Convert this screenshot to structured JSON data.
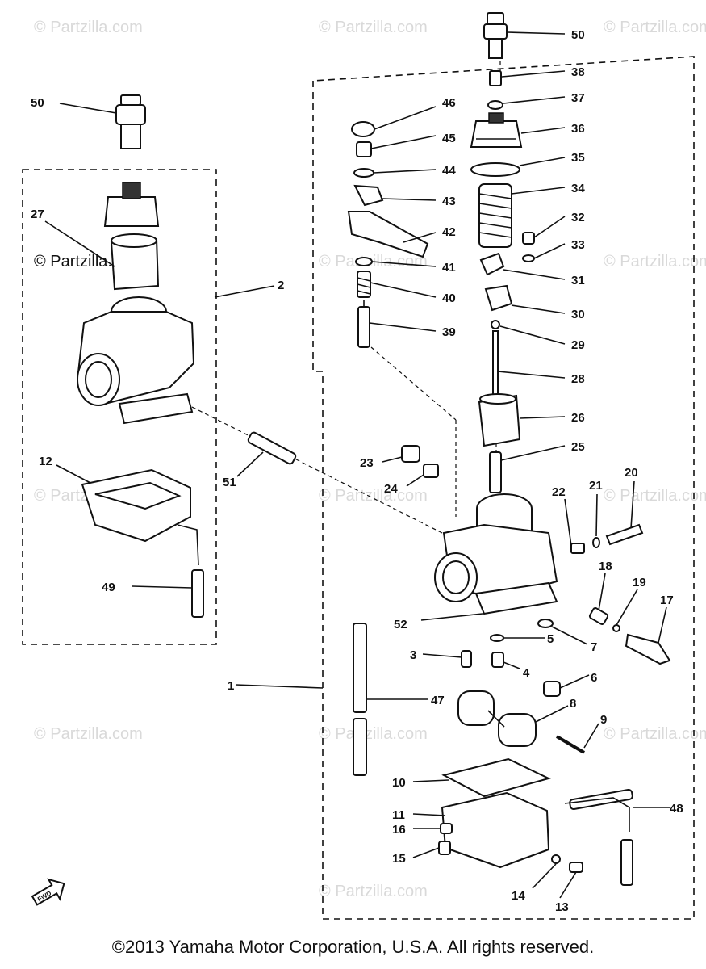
{
  "watermarks": [
    "© Partzilla.com",
    "© Partzilla.com",
    "© Partzilla.com",
    "© Partzilla.com",
    "© Partzilla.com",
    "© Partzilla.com",
    "© Partzilla.com",
    "© Partzilla.com",
    "© Partzilla.com",
    "© Partzilla.com",
    "© Partzilla.com",
    "© Partzilla.com"
  ],
  "watermark_dark": "© Partzilla.com",
  "copyright": "©2013  Yamaha Motor Corporation, U.S.A. All rights reserved.",
  "fwd_label": "FWD",
  "callouts": [
    "50",
    "38",
    "37",
    "36",
    "35",
    "34",
    "32",
    "33",
    "31",
    "30",
    "29",
    "28",
    "26",
    "25",
    "46",
    "45",
    "44",
    "43",
    "42",
    "41",
    "40",
    "39",
    "50",
    "27",
    "2",
    "12",
    "49",
    "51",
    "23",
    "24",
    "22",
    "21",
    "20",
    "18",
    "19",
    "17",
    "52",
    "3",
    "5",
    "4",
    "7",
    "6",
    "1",
    "47",
    "8",
    "9",
    "10",
    "11",
    "48",
    "16",
    "15",
    "14",
    "13"
  ]
}
